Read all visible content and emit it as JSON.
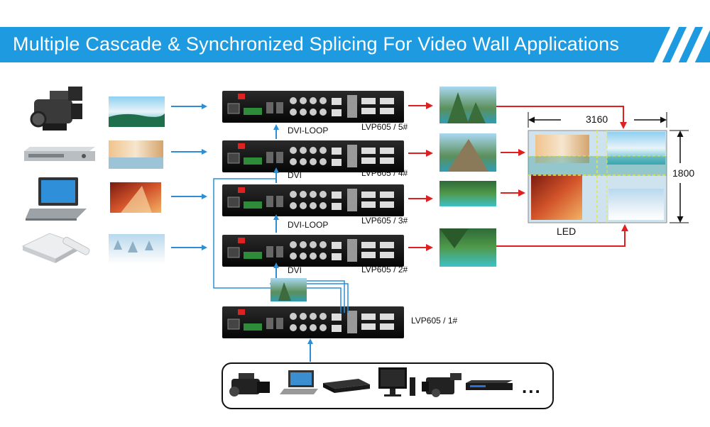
{
  "banner": {
    "title": "Multiple Cascade & Synchronized Splicing For Video Wall Applications",
    "color": "#1e9ae0"
  },
  "processors": [
    {
      "label": "LVP605 / 5#"
    },
    {
      "label": "LVP605 / 4#"
    },
    {
      "label": "LVP605 / 3#"
    },
    {
      "label": "LVP605 / 2#"
    },
    {
      "label": "LVP605 / 1#"
    }
  ],
  "links": {
    "link_5_4": "DVI-LOOP",
    "link_4_3": "DVI",
    "link_3_2": "DVI-LOOP",
    "link_2_1": "DVI"
  },
  "led_wall": {
    "label": "LED",
    "width": "3160",
    "height": "1800"
  },
  "sources": [
    {
      "icon": "video-camera-icon"
    },
    {
      "icon": "dvd-player-icon"
    },
    {
      "icon": "laptop-icon"
    },
    {
      "icon": "media-box-icon"
    }
  ],
  "input_devices": [
    "video-camera-icon",
    "laptop-icon",
    "set-top-box-icon",
    "monitor-icon",
    "camcorder-icon",
    "blu-ray-player-icon"
  ],
  "more_label": "...",
  "colors": {
    "arrow_blue": "#2c8fd6",
    "arrow_red": "#e02020",
    "wire_blue": "#2c8fd6"
  }
}
